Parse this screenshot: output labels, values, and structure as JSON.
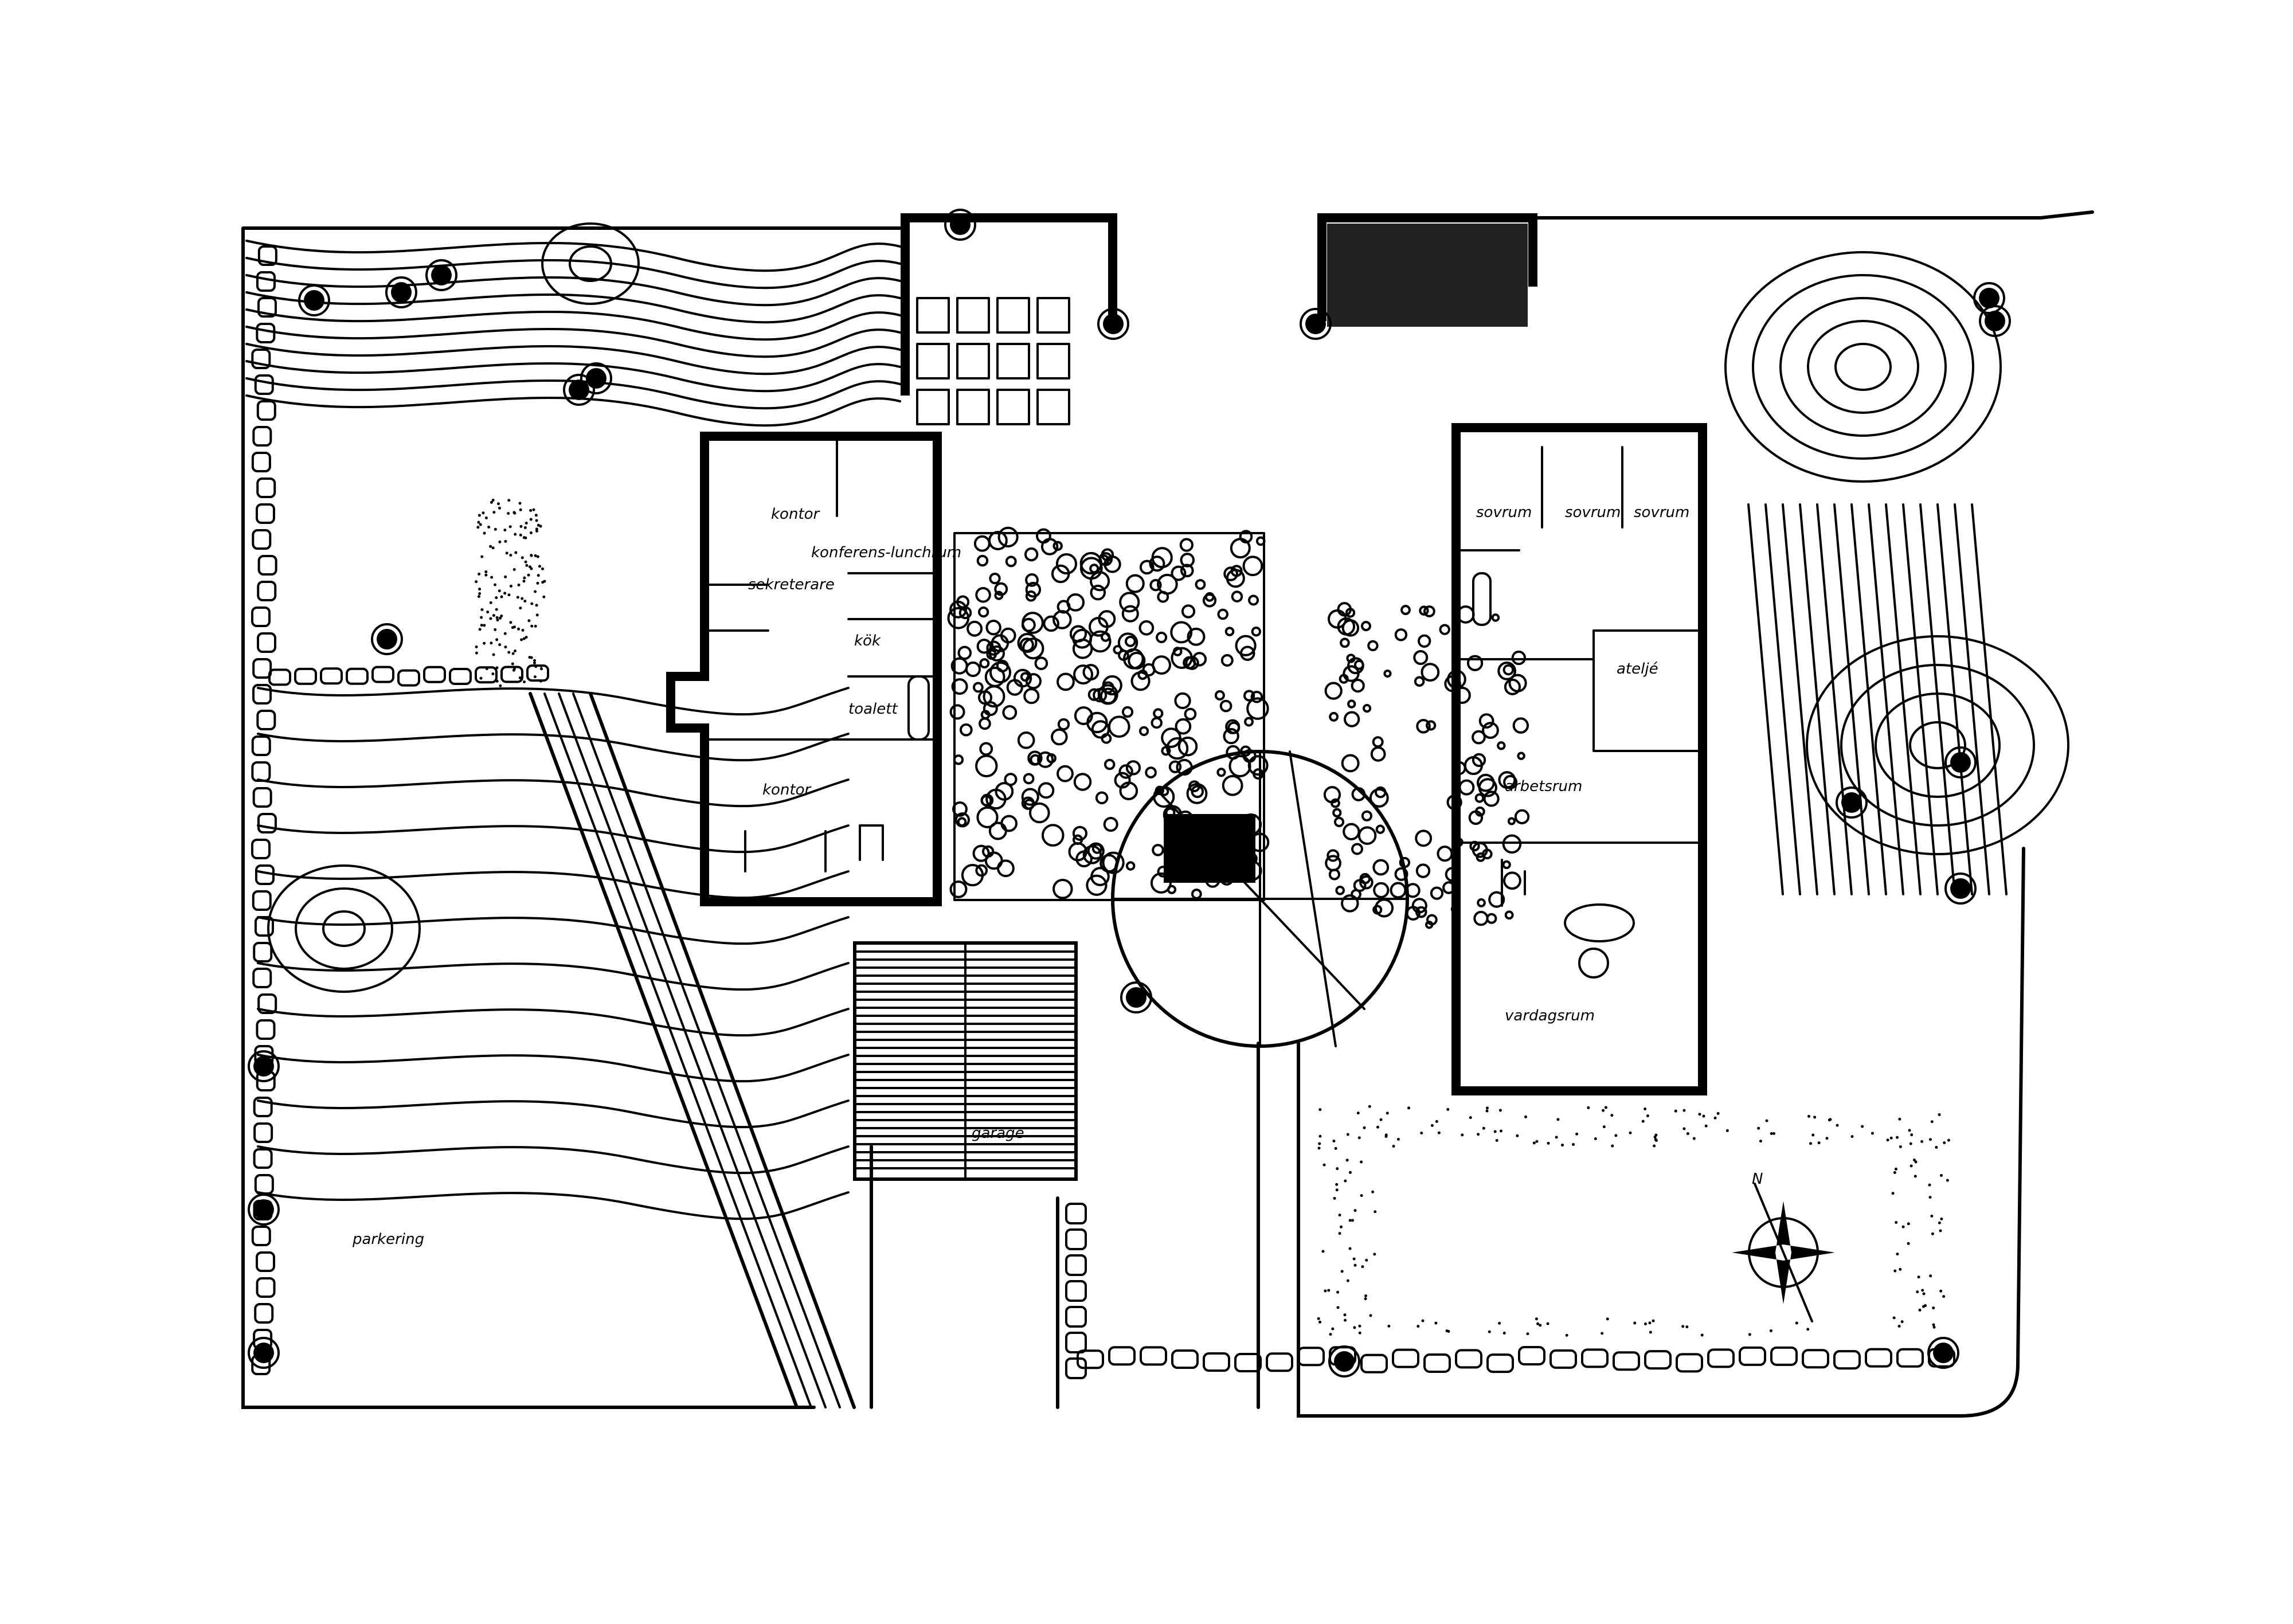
{
  "title": "Site plan – office and residence",
  "colors": {
    "ink": "#000000",
    "paper": "#ffffff"
  },
  "office": {
    "rooms": {
      "kontor_north": "kontor",
      "konferens": "konferens-lunchrum",
      "sekreterare": "sekreterare",
      "kok": "kök",
      "toalett": "toalett",
      "kontor_south": "kontor"
    }
  },
  "garage": {
    "label": "garage"
  },
  "parking": {
    "label": "parkering"
  },
  "residence": {
    "rooms": {
      "sovrum_1": "sovrum",
      "sovrum_2": "sovrum",
      "sovrum_3": "sovrum",
      "atelje": "ateljé",
      "arbetsrum": "arbetsrum",
      "vardagsrum": "vardagsrum"
    }
  },
  "compass": {
    "north_label": "N",
    "icon": "compass-rose-icon"
  }
}
